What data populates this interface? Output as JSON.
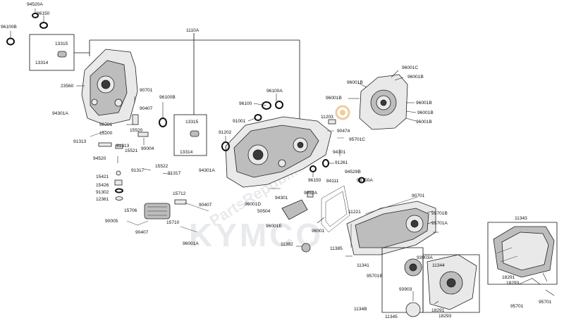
{
  "watermark": {
    "brand": "KYMCO",
    "site": "PartsRepublik"
  },
  "part_labels": {
    "p94520A": "94520A",
    "p96150": "96150",
    "p96100B_a": "96100B",
    "p1110A": "1110A",
    "p13315_a": "13315",
    "p13314_a": "13314",
    "p23560": "23560",
    "p94301A_a": "94301A",
    "p90701_a": "90701",
    "p96100B_b": "96100B",
    "p90407_a": "90407",
    "p15520": "15520",
    "p90004": "90004",
    "p90701_b": "90701",
    "p15200": "15200",
    "p91313_a": "91313",
    "p91313_b": "91313",
    "p15521": "15521",
    "p94520": "94520",
    "p91317_a": "91317",
    "p15522": "15522",
    "p91317_b": "91317",
    "p15421": "15421",
    "p15426": "15426",
    "p91302": "91302",
    "p12361": "12361",
    "p15706": "15706",
    "p90005": "90005",
    "p90407_b": "90407",
    "p15710": "15710",
    "p15712": "15712",
    "p90407_c": "90407",
    "p96001A": "96001A",
    "p13315_b": "13315",
    "p13314_b": "13314",
    "p96100": "96100",
    "p96100A": "96100A",
    "p91001": "91001",
    "p91202": "91202",
    "p94301A_b": "94301A",
    "p96001D": "96001D",
    "p50504": "50504",
    "p96001E": "96001E",
    "p94301_a": "94301",
    "p9052A": "9052A",
    "p84111": "84111",
    "p96001_a": "96001",
    "p11382": "11382",
    "p96150_b": "96150",
    "p91261": "91261",
    "p94529B": "94529B",
    "p96150A": "96150A",
    "p11203": "11203",
    "p90474": "90474",
    "p95701C": "95701C",
    "p94301_b": "94301",
    "p96001C": "96001C",
    "p96001B_1": "96001B",
    "p96001B_2": "96001B",
    "p96001B_3": "96001B",
    "p96001B_4": "96001B",
    "p96001B_5": "96001B",
    "p96001B_6": "96001B",
    "p90701_c": "90701",
    "p95701B_a": "95701B",
    "p95701A": "95701A",
    "p11221": "11221",
    "p11385": "11385",
    "p11341": "11341",
    "p95701B_b": "95701B",
    "p93903A": "93903A",
    "p11344": "11344",
    "p93903": "93903",
    "p1134B": "1134B",
    "p11345": "11345",
    "p18291_a": "18291",
    "p18293_a": "18293",
    "p95701_a": "95701",
    "p11343": "11343",
    "p18291_b": "18291",
    "p18293_b": "18293",
    "p95701_b": "95701"
  },
  "colors": {
    "ink": "#111111",
    "part_fill": "#e9e9e9",
    "part_shade": "#bdbdbd",
    "watermark": "#d6d9df",
    "badge": "#e4a24a"
  }
}
